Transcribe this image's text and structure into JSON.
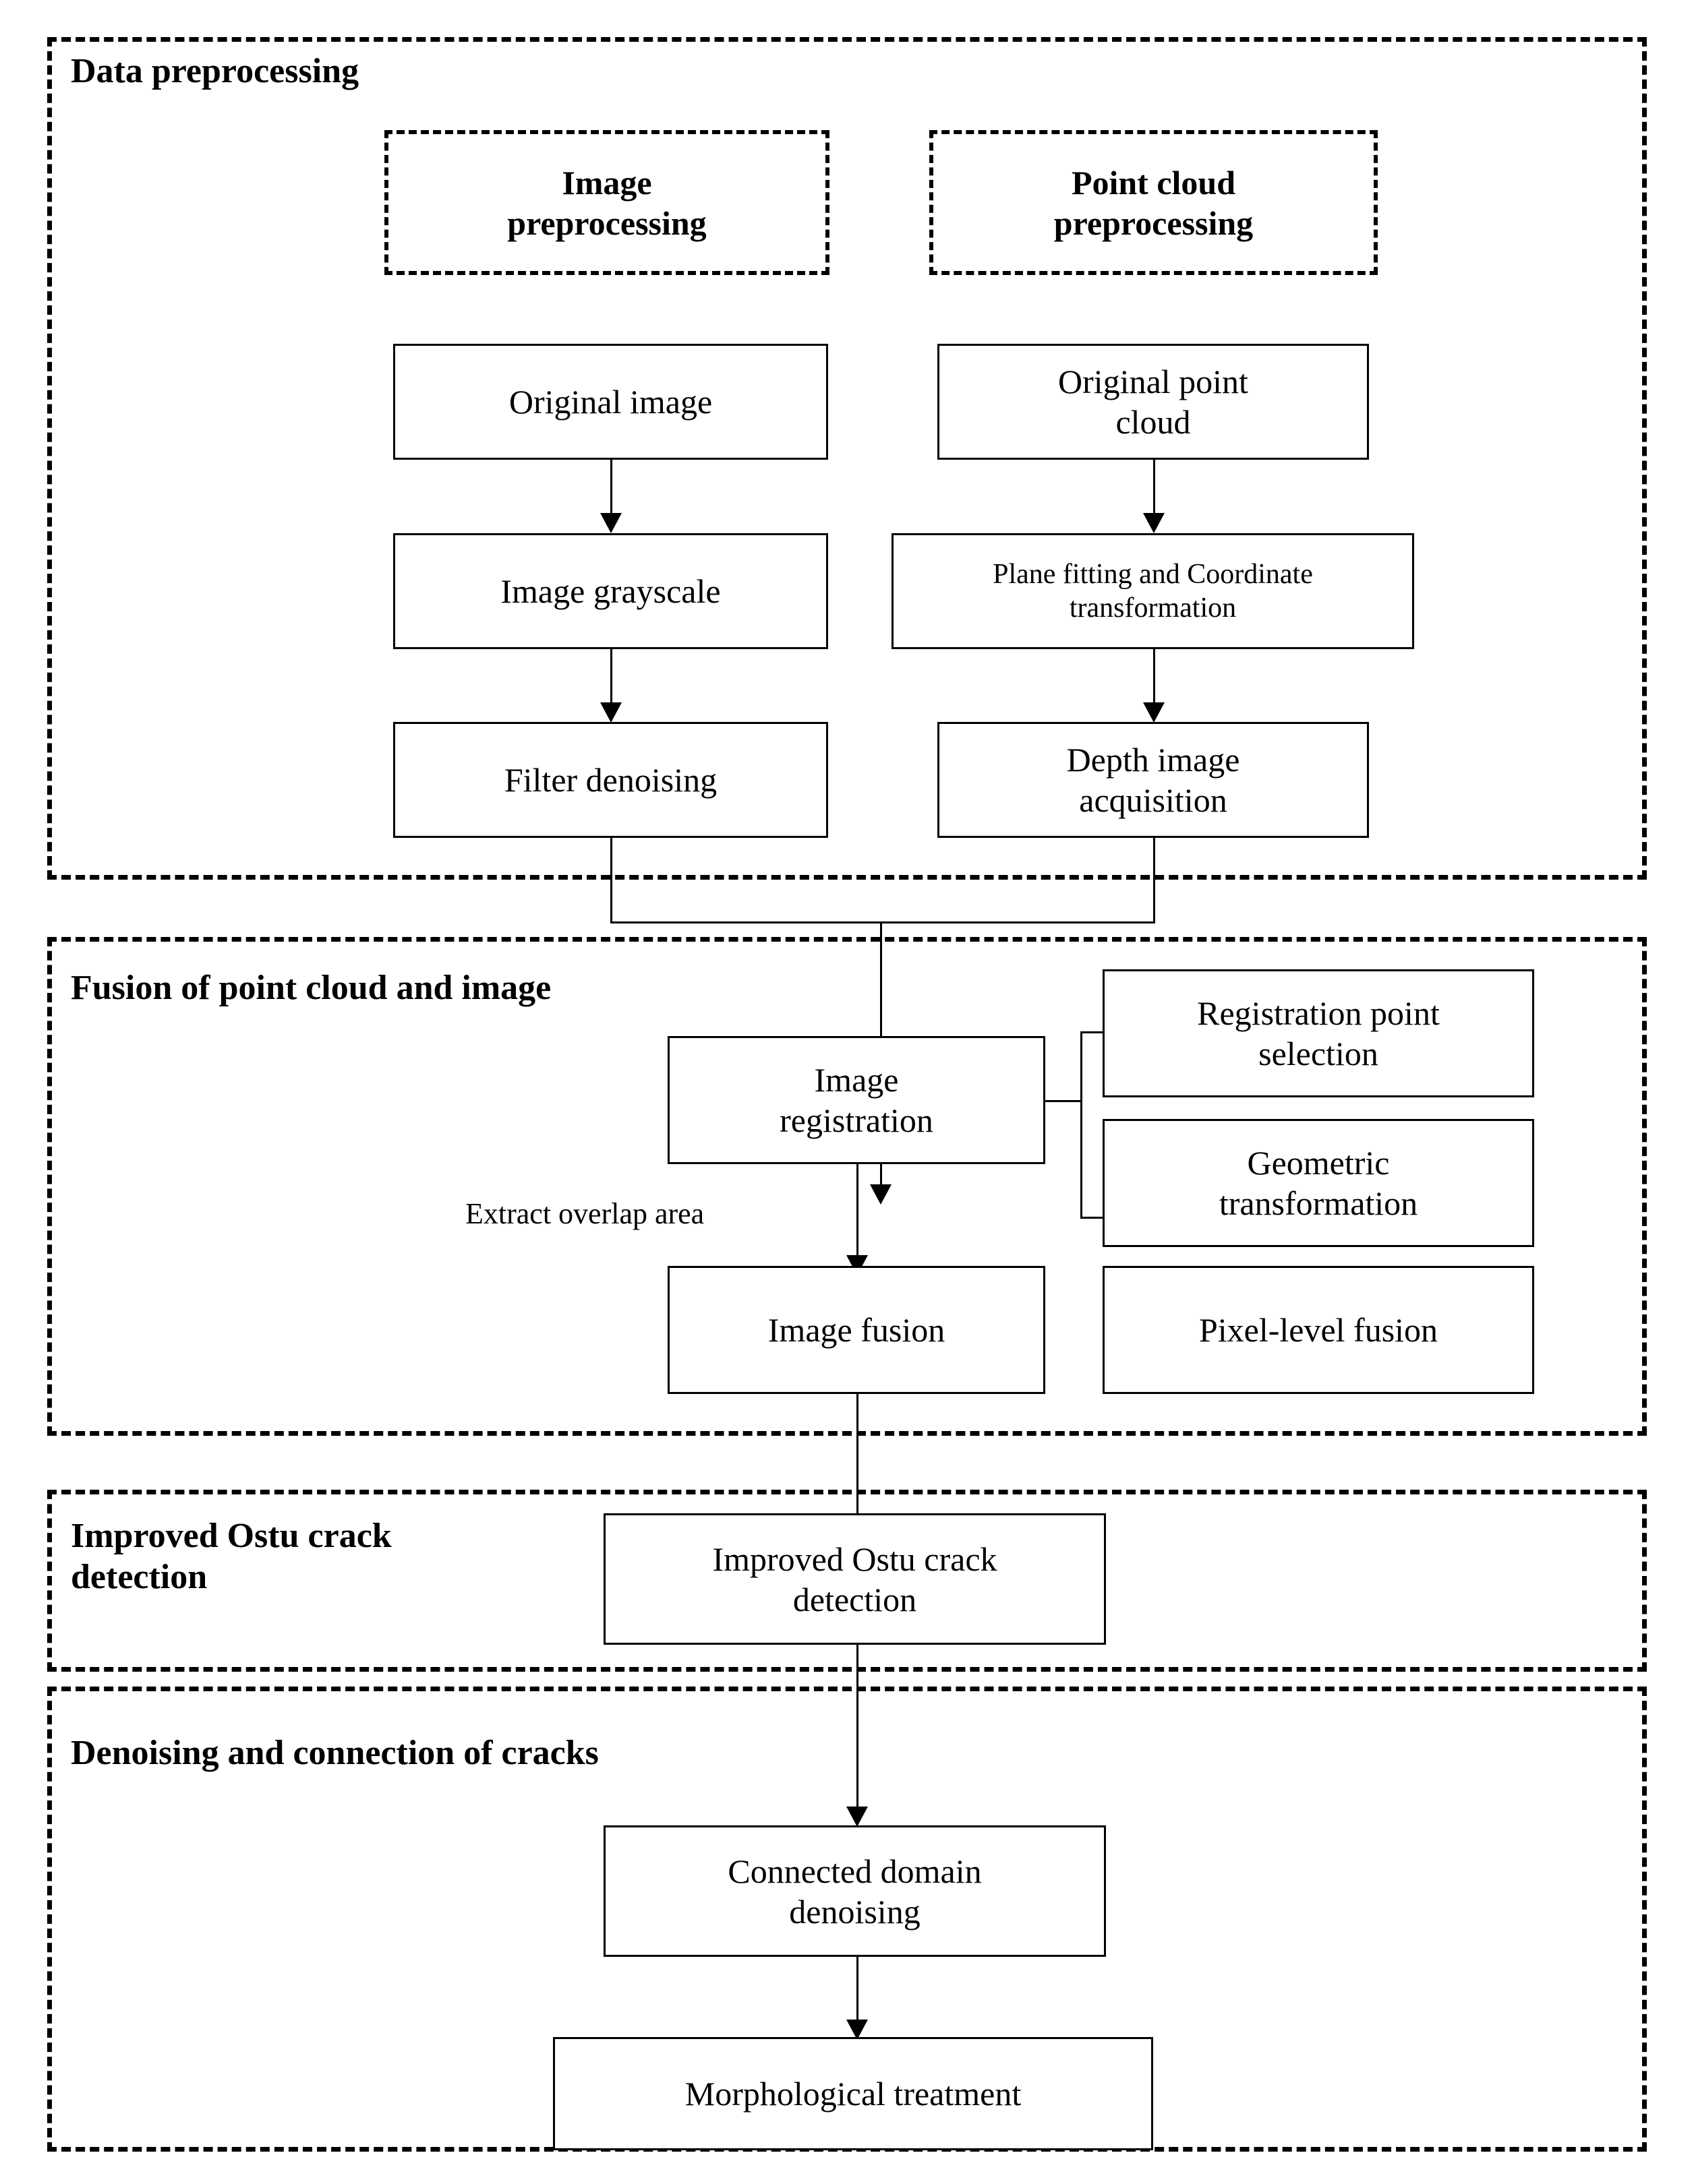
{
  "diagram": {
    "title": "Crack detection workflow flowchart",
    "sections": [
      {
        "id": "data-preprocessing",
        "label": "Data preprocessing"
      },
      {
        "id": "fusion",
        "label": "Fusion of point cloud and image"
      },
      {
        "id": "ostu",
        "label": "Improved Ostu crack\ndetection"
      },
      {
        "id": "denoising",
        "label": "Denoising and connection  of cracks"
      }
    ],
    "subheaders": [
      {
        "id": "image-preprocessing",
        "label": "Image\npreprocessing"
      },
      {
        "id": "point-cloud-preprocessing",
        "label": "Point cloud\npreprocessing"
      }
    ],
    "nodes": [
      {
        "id": "original-image",
        "label": "Original image"
      },
      {
        "id": "image-grayscale",
        "label": "Image grayscale"
      },
      {
        "id": "filter-denoising",
        "label": "Filter denoising"
      },
      {
        "id": "original-point-cloud",
        "label": "Original point\ncloud"
      },
      {
        "id": "plane-fitting",
        "label": "Plane fitting and Coordinate\ntransformation"
      },
      {
        "id": "depth-image",
        "label": "Depth image\nacquisition"
      },
      {
        "id": "image-registration",
        "label": "Image\nregistration"
      },
      {
        "id": "registration-point",
        "label": "Registration point\nselection"
      },
      {
        "id": "geometric-transform",
        "label": "Geometric\ntransformation"
      },
      {
        "id": "image-fusion",
        "label": "Image fusion"
      },
      {
        "id": "pixel-level-fusion",
        "label": "Pixel-level fusion"
      },
      {
        "id": "ostu-detection",
        "label": "Improved Ostu crack\ndetection"
      },
      {
        "id": "connected-domain",
        "label": "Connected domain\ndenoising"
      },
      {
        "id": "morphological",
        "label": "Morphological treatment"
      }
    ],
    "edge_labels": [
      {
        "id": "extract-overlap",
        "label": "Extract overlap area"
      }
    ],
    "colors": {
      "stroke": "#000000",
      "background": "#ffffff",
      "text": "#000000"
    }
  }
}
